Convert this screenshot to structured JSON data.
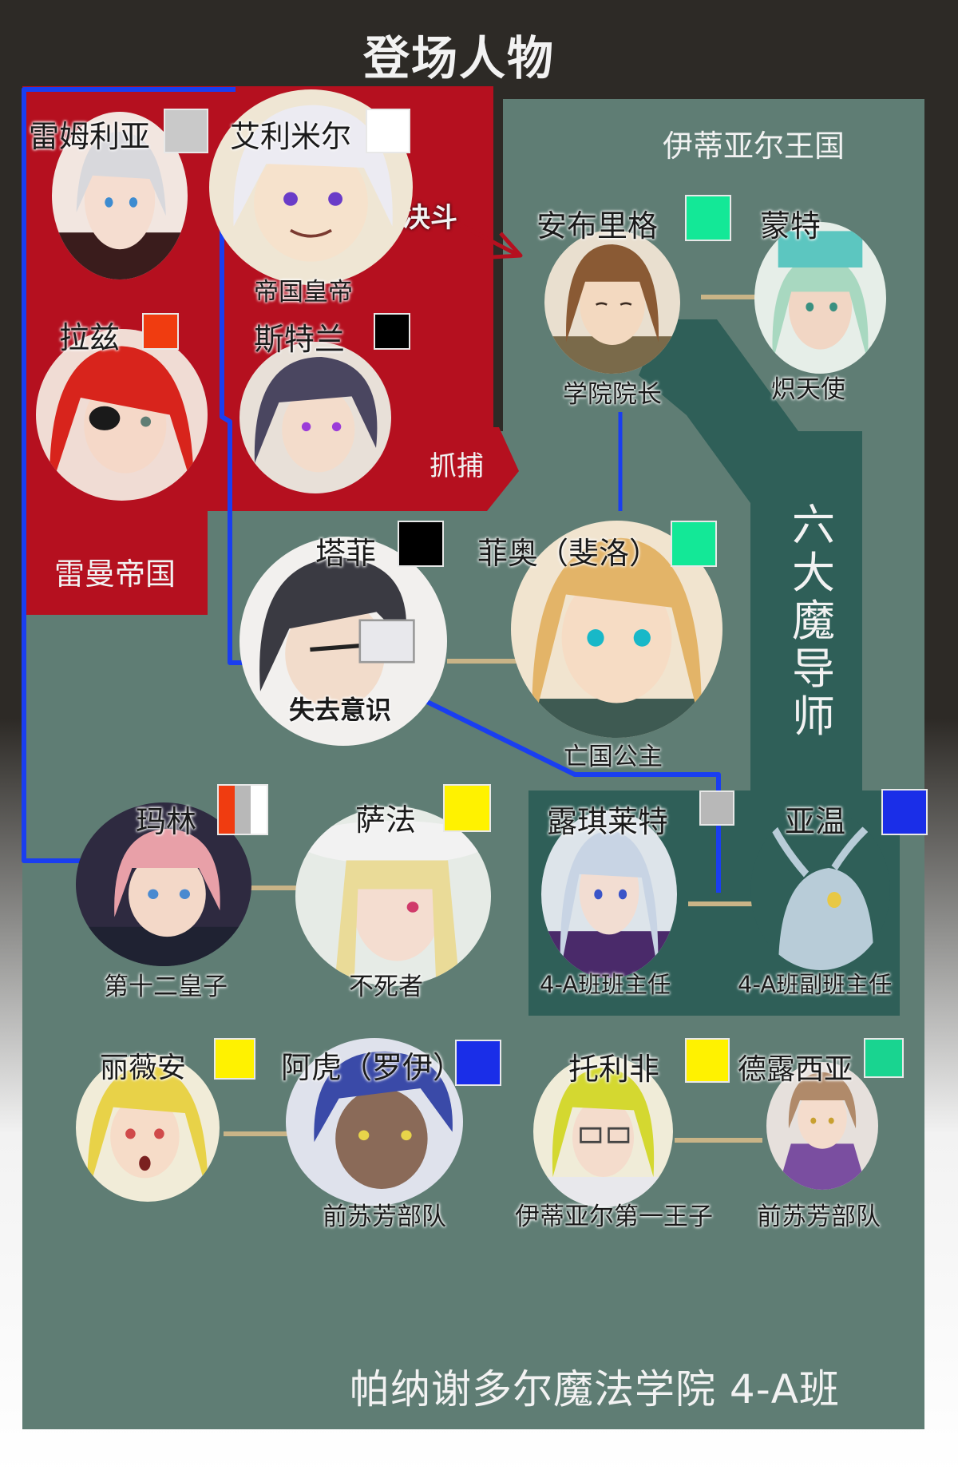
{
  "title": "登场人物",
  "regions": {
    "ideal_kingdom": "伊蒂亚尔王国",
    "reman_empire": "雷曼帝国",
    "six_mages": "六大魔导师",
    "academy": "帕纳谢多尔魔法学院 4-A班"
  },
  "relations": {
    "duel": "决斗",
    "arrest": "抓捕"
  },
  "characters": [
    {
      "id": "remulia",
      "name": "雷姆利亚",
      "color": "#c9c9c9",
      "role": ""
    },
    {
      "id": "elimiel",
      "name": "艾利米尔",
      "color": "#ffffff",
      "role": "帝国皇帝"
    },
    {
      "id": "laz",
      "name": "拉兹",
      "color": "#f03c10",
      "role": ""
    },
    {
      "id": "strand",
      "name": "斯特兰",
      "color": "#000000",
      "role": ""
    },
    {
      "id": "ambrig",
      "name": "安布里格",
      "color": "#13e897",
      "role": "学院院长"
    },
    {
      "id": "monte",
      "name": "蒙特",
      "color": "",
      "role": "炽天使"
    },
    {
      "id": "tafi",
      "name": "塔菲",
      "color": "#000000",
      "role": "失去意识"
    },
    {
      "id": "fio",
      "name": "菲奥（斐洛）",
      "color": "#13e897",
      "role": "亡国公主"
    },
    {
      "id": "marin",
      "name": "玛林",
      "colors": [
        "#f03c10",
        "#b8b8b8",
        "#ffffff"
      ],
      "role": "第十二皇子"
    },
    {
      "id": "safa",
      "name": "萨法",
      "color": "#fff200",
      "role": "不死者"
    },
    {
      "id": "luqilet",
      "name": "露琪莱特",
      "color": "#b8b8b8",
      "role": "4-A班班主任"
    },
    {
      "id": "yawen",
      "name": "亚温",
      "color": "#1a2ee8",
      "role": "4-A班副班主任"
    },
    {
      "id": "liwian",
      "name": "丽薇安",
      "color": "#fff200",
      "role": ""
    },
    {
      "id": "ahu",
      "name": "阿虎（罗伊）",
      "color": "#1a2ee8",
      "role": "前苏芳部队"
    },
    {
      "id": "tolifi",
      "name": "托利非",
      "color": "#fff200",
      "role": "伊蒂亚尔第一王子"
    },
    {
      "id": "delucia",
      "name": "德露西亚",
      "color": "#19d490",
      "role": "前苏芳部队"
    }
  ],
  "colors": {
    "bg_dark": "#2d2a26",
    "empire_red": "#b5101f",
    "region_green": "#5f7d74",
    "teal_dark": "#2f5f58",
    "link_blue": "#1a3ef0",
    "link_tan": "#c9b487"
  }
}
